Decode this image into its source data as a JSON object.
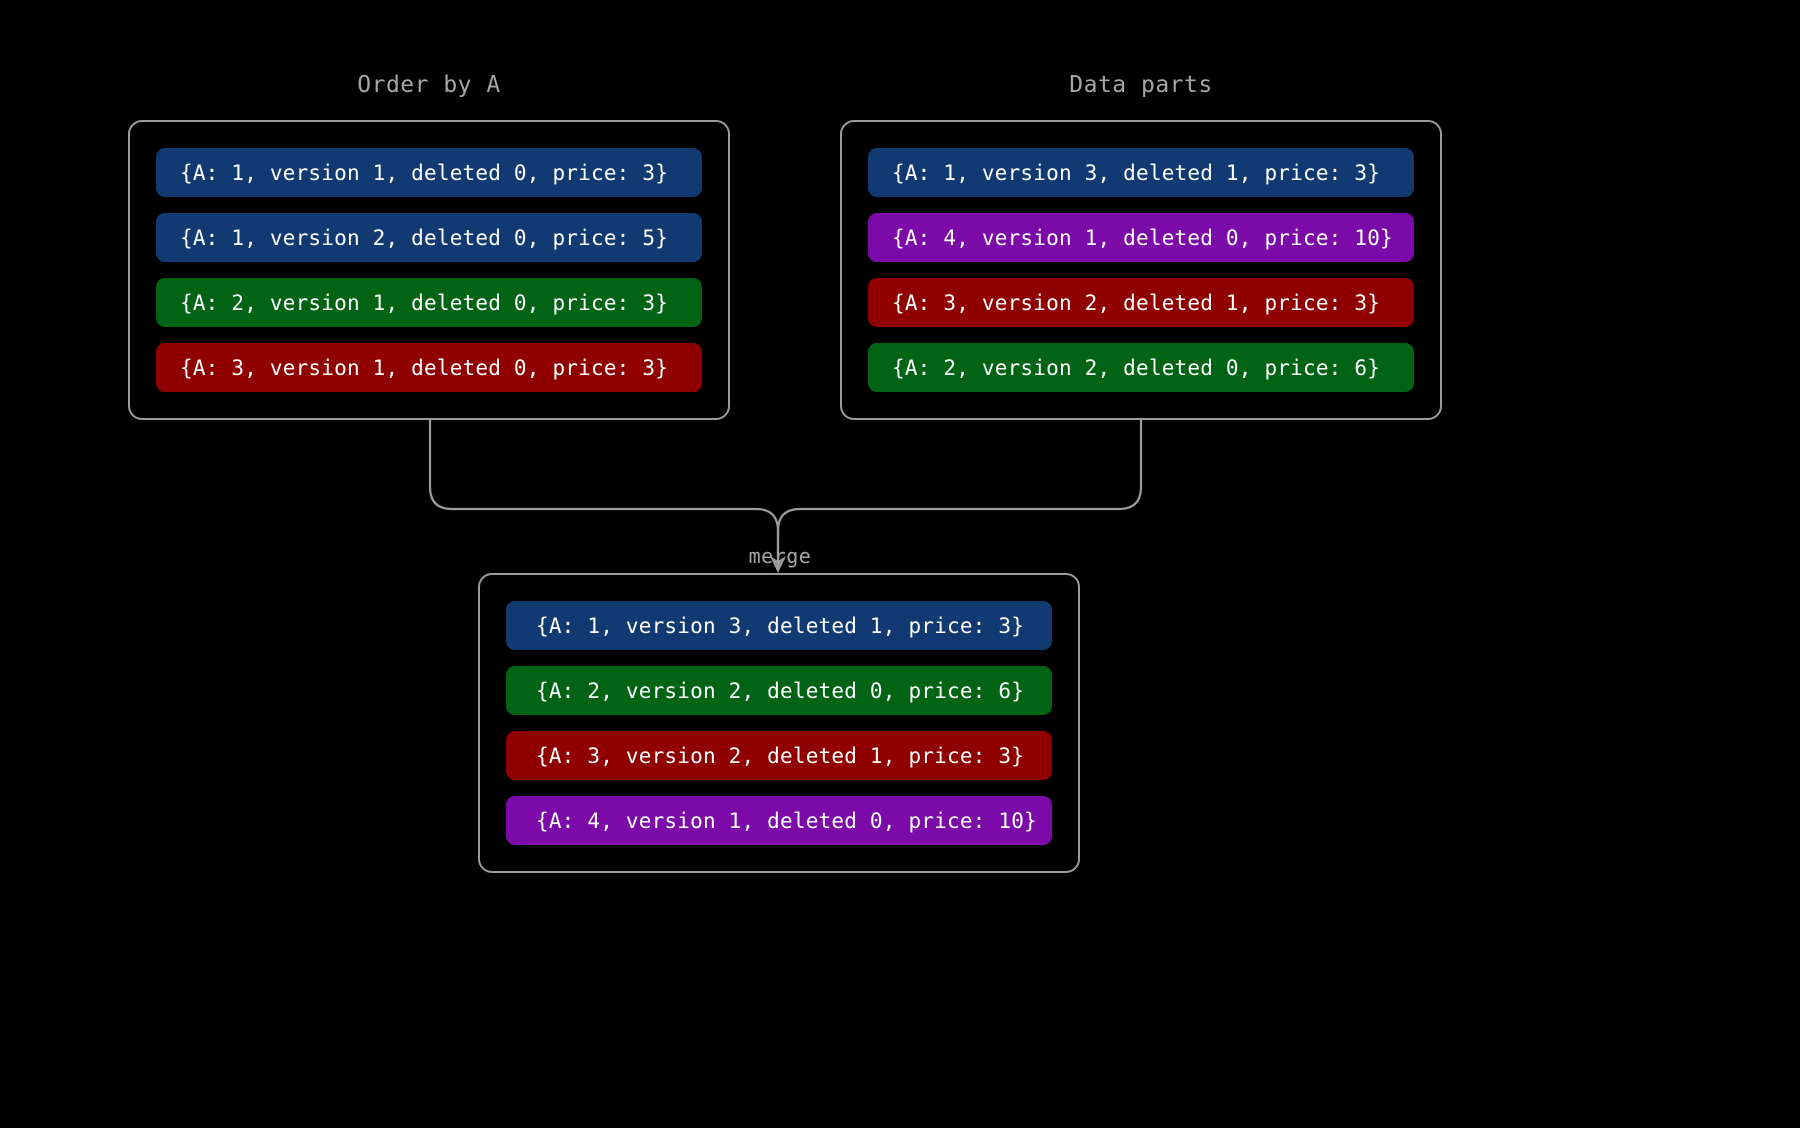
{
  "diagram": {
    "background_color": "#000000",
    "line_color": "#9b9b9b",
    "label_color": "#a6a6a6",
    "merge_label": "merge"
  },
  "panels": {
    "order_by_a": {
      "title": "Order by A",
      "rows": [
        {
          "text": "{A: 1, version 1, deleted 0, price: 3}",
          "color": "#123a72",
          "color_name": "blue"
        },
        {
          "text": "{A: 1, version 2, deleted 0, price: 5}",
          "color": "#123a72",
          "color_name": "blue"
        },
        {
          "text": "{A: 2, version 1, deleted 0, price: 3}",
          "color": "#006414",
          "color_name": "green"
        },
        {
          "text": "{A: 3, version 1, deleted 0, price: 3}",
          "color": "#900000",
          "color_name": "red"
        }
      ]
    },
    "data_parts": {
      "title": "Data parts",
      "rows": [
        {
          "text": "{A: 1, version 3, deleted 1, price: 3}",
          "color": "#123a72",
          "color_name": "blue"
        },
        {
          "text": "{A: 4, version 1, deleted 0, price: 10}",
          "color": "#7b0aa8",
          "color_name": "purple"
        },
        {
          "text": "{A: 3, version 2, deleted 1, price: 3}",
          "color": "#900000",
          "color_name": "red"
        },
        {
          "text": "{A: 2, version 2, deleted 0, price: 6}",
          "color": "#006414",
          "color_name": "green"
        }
      ]
    },
    "merged": {
      "title": "",
      "rows": [
        {
          "text": "{A: 1, version 3, deleted 1, price: 3}",
          "color": "#123a72",
          "color_name": "blue"
        },
        {
          "text": "{A: 2, version 2, deleted 0, price: 6}",
          "color": "#006414",
          "color_name": "green"
        },
        {
          "text": "{A: 3, version 2, deleted 1, price: 3}",
          "color": "#900000",
          "color_name": "red"
        },
        {
          "text": "{A: 4, version 1, deleted 0, price: 10}",
          "color": "#7b0aa8",
          "color_name": "purple"
        }
      ]
    }
  }
}
